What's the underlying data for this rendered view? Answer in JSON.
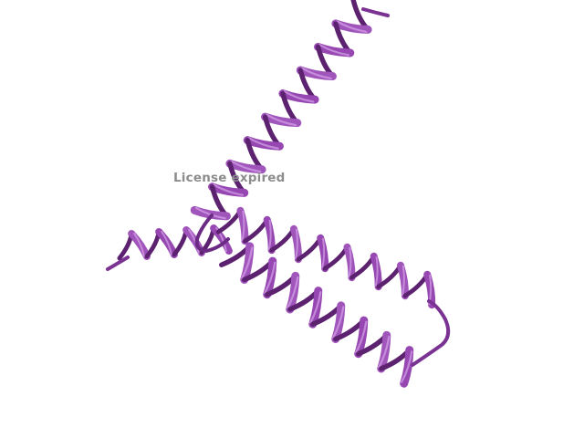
{
  "watermark": {
    "text": "License expired"
  },
  "structure": {
    "representation": "cartoon",
    "elements": [
      "helix",
      "helix",
      "helix",
      "helix"
    ],
    "colors": {
      "helix_front": "#8a3fa3",
      "helix_highlight": "#c98be0",
      "helix_back": "#5c2270",
      "background": "#ffffff"
    }
  }
}
